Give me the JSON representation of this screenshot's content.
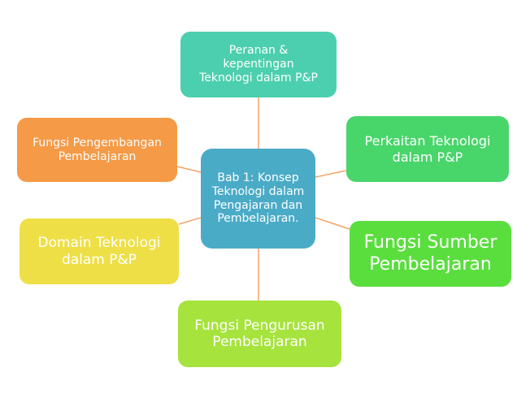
{
  "diagram": {
    "center": {
      "label": "Bab 1: Konsep Teknologi dalam Pengajaran dan Pembelajaran."
    },
    "nodes": {
      "top": {
        "label": "Peranan &\nkepentingan\nTeknologi dalam P&P"
      },
      "right_top": {
        "label": "Perkaitan Teknologi\ndalam P&P"
      },
      "right_bottom": {
        "label": "Fungsi Sumber\nPembelajaran"
      },
      "bottom": {
        "label": "Fungsi Pengurusan\nPembelajaran"
      },
      "left_bottom": {
        "label": "Domain Teknologi\ndalam P&P"
      },
      "left_top": {
        "label": "Fungsi Pengembangan\nPembelajaran"
      }
    },
    "colors": {
      "center": "#4aabc7",
      "top": "#4ccfae",
      "right_top": "#48d56a",
      "right_bottom": "#5ade3e",
      "bottom": "#a6e33c",
      "left_bottom": "#eedf46",
      "left_top": "#f59a46",
      "connector": "#f4a46a"
    }
  }
}
